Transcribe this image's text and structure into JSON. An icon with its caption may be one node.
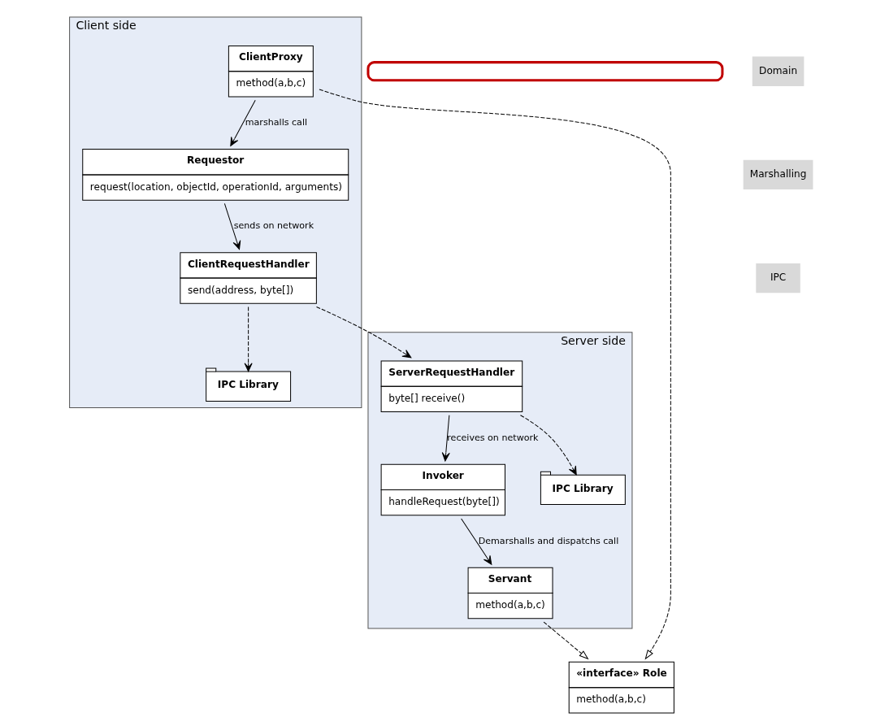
{
  "diagram": {
    "nodes": [
      {
        "text": [
          "«interface» Role",
          "method(a,b,c)"
        ]
      },
      {
        "text": [
          "Client side"
        ]
      },
      {
        "text": [
          "ClientProxy",
          "method(a,b,c)"
        ],
        "in": 1
      },
      {
        "text": [
          "Requestor",
          "request(location, objectId, operationId, arguments)"
        ],
        "in": 1
      },
      {
        "text": [
          "ClientRequestHandler",
          "send(address, byte[])"
        ],
        "in": 1
      },
      {
        "text": [
          "IPC Library"
        ],
        "in": 1
      },
      {
        "text": [
          "Server side"
        ]
      },
      {
        "text": [
          "Servant",
          "method(a,b,c)"
        ],
        "in": 6
      },
      {
        "text": [
          "Invoker",
          "handleRequest(byte[])"
        ],
        "in": 6
      },
      {
        "text": [
          "ServerRequestHandler",
          "byte[] receive()"
        ],
        "in": 6
      },
      {
        "text": [
          "IPC Library"
        ],
        "in": 6
      },
      {
        "text": [],
        "shape": "box"
      }
    ],
    "edges": [
      {
        "from": 2,
        "to": 0,
        "arrow": "to",
        "style": "dashed"
      },
      {
        "from": 7,
        "to": 0,
        "arrow": "to",
        "style": "dashed"
      },
      {
        "from": 2,
        "to": 3,
        "arrow": "to",
        "label": "marshalls call"
      },
      {
        "from": 3,
        "to": 4,
        "arrow": "to",
        "label": "sends on network"
      },
      {
        "from": 4,
        "to": 9,
        "arrow": "to",
        "style": "dashed"
      },
      {
        "from": 4,
        "to": 5,
        "arrow": "to",
        "style": "dashed"
      },
      {
        "from": 9,
        "to": 8,
        "arrow": "to",
        "label": "receives on network"
      },
      {
        "from": 8,
        "to": 7,
        "arrow": "to",
        "label": "Demarshalls and dispatchs call"
      },
      {
        "from": 9,
        "to": 10,
        "arrow": "to",
        "style": "dashed"
      }
    ],
    "labels": [
      "Domain",
      "Marshalling",
      "IPC"
    ]
  }
}
